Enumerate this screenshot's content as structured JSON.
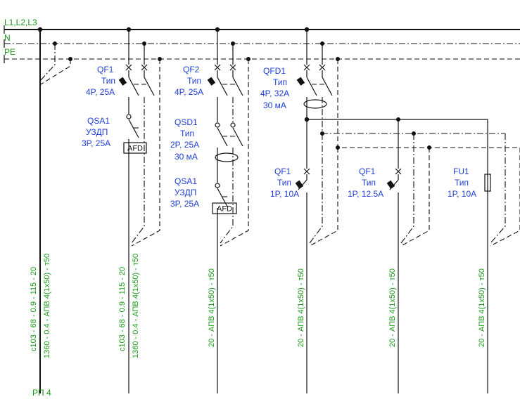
{
  "buses": {
    "l": "L1,L2,L3",
    "n": "N",
    "pe": "PE"
  },
  "feeders": [
    {
      "lines": [
        "QF1",
        "Тип",
        "4P, 25A"
      ]
    },
    {
      "lines": [
        "QSA1",
        "УЗДП",
        "3P, 25A"
      ]
    },
    {
      "lines": [
        "QF2",
        "Тип",
        "4P, 25A"
      ]
    },
    {
      "lines": [
        "QSD1",
        "Тип",
        "2P, 25A",
        "30 мА"
      ]
    },
    {
      "lines": [
        "QSA1",
        "УЗДП",
        "3P, 25A"
      ]
    },
    {
      "lines": [
        "QFD1",
        "Тип",
        "4P, 32A",
        "30 мА"
      ]
    },
    {
      "lines": [
        "QF1",
        "Тип",
        "1P, 10A"
      ]
    },
    {
      "lines": [
        "QF1",
        "Тип",
        "1P, 12.5A"
      ]
    },
    {
      "lines": [
        "FU1",
        "Тип",
        "1P, 10A"
      ]
    }
  ],
  "afd_label": "AFD",
  "cables": [
    "с103 - 68 - 0.9 - 115 - 20",
    "1360 - 0.4 - АПВ 4(1х50) - т50",
    "с103 - 68 - 0.9 - 115 - 20",
    "1360 - 0.4 - АПВ 4(1х50) - т50",
    "20 - АПВ 4(1х50) - т50",
    "20 - АПВ 4(1х50) - т50",
    "20 - АПВ 4(1х50) - т50",
    "20 - АПВ 4(1х50) - т50"
  ],
  "panel_label": "РП 4",
  "colors": {
    "bus_text": "#1a9a1a",
    "device_text": "#1f3fd8",
    "wire": "#111111"
  }
}
